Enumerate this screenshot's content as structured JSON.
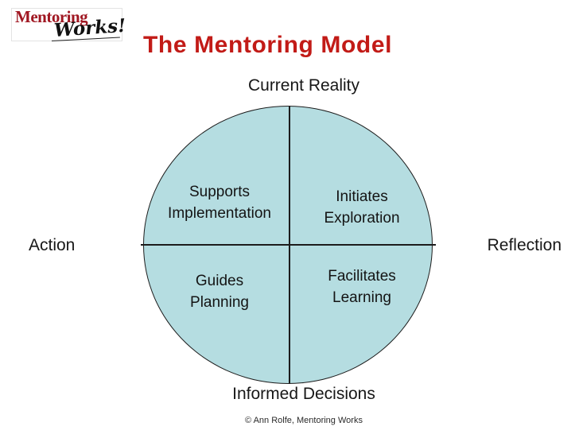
{
  "slide": {
    "title": "The Mentoring Model",
    "credit": "© Ann Rolfe, Mentoring Works",
    "background_color": "#ffffff",
    "title_color": "#c21b17"
  },
  "logo": {
    "word_primary": "Mentoring",
    "word_script": "Works!",
    "primary_color": "#a01722",
    "script_color": "#111111"
  },
  "diagram": {
    "type": "quadrant-circle",
    "fill_color": "#b5dde1",
    "stroke_color": "#1c1c1c",
    "axes": {
      "top": "Current Reality",
      "bottom": "Informed Decisions",
      "left": "Action",
      "right": "Reflection"
    },
    "quadrants": [
      {
        "position": "top-left",
        "line1": "Supports",
        "line2": "Implementation"
      },
      {
        "position": "top-right",
        "line1": "Initiates",
        "line2": "Exploration"
      },
      {
        "position": "bottom-left",
        "line1": "Guides",
        "line2": "Planning"
      },
      {
        "position": "bottom-right",
        "line1": "Facilitates",
        "line2": "Learning"
      }
    ]
  }
}
